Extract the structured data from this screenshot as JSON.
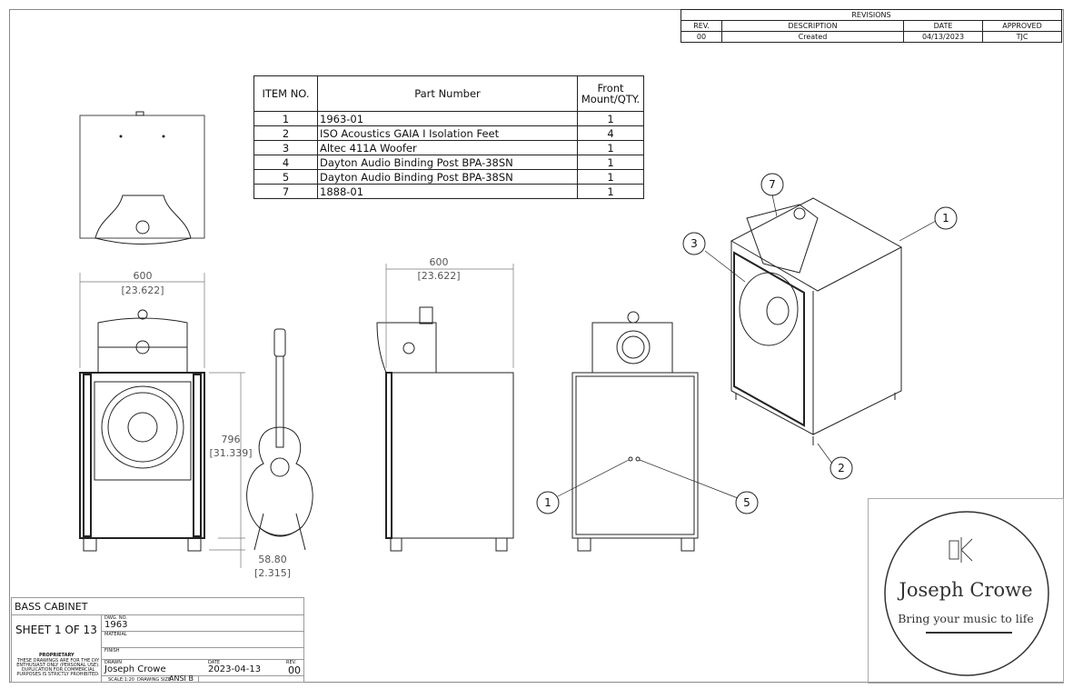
{
  "revisions": {
    "title": "REVISIONS",
    "headers": [
      "REV.",
      "DESCRIPTION",
      "DATE",
      "APPROVED"
    ],
    "rows": [
      {
        "rev": "00",
        "description": "Created",
        "date": "04/13/2023",
        "approved": "TJC"
      }
    ]
  },
  "bom": {
    "headers": [
      "ITEM NO.",
      "Part Number",
      "Front Mount/QTY."
    ],
    "rows": [
      {
        "item": "1",
        "part": "1963-01",
        "qty": "1"
      },
      {
        "item": "2",
        "part": "ISO Acoustics GAIA I Isolation Feet",
        "qty": "4"
      },
      {
        "item": "3",
        "part": "Altec 411A Woofer",
        "qty": "1"
      },
      {
        "item": "4",
        "part": "Dayton Audio Binding Post BPA-38SN",
        "qty": "1"
      },
      {
        "item": "5",
        "part": "Dayton Audio Binding Post BPA-38SN",
        "qty": "1"
      },
      {
        "item": "7",
        "part": "1888-01",
        "qty": "1"
      }
    ]
  },
  "dimensions": {
    "front_width": "600",
    "front_width_in": "[23.622]",
    "height": "796",
    "height_in": "[31.339]",
    "feet": "58.80",
    "feet_in": "[2.315]",
    "side_width": "600",
    "side_width_in": "[23.622]"
  },
  "balloons": {
    "back_left": "1",
    "back_right": "5",
    "iso_top": "7",
    "iso_body": "1",
    "iso_woofer": "3",
    "iso_foot": "2"
  },
  "title_block": {
    "title": "BASS CABINET",
    "sheet": "SHEET 1 OF 13",
    "proprietary_title": "PROPRIETARY",
    "proprietary_text": "THESE DRAWINGS ARE FOR THE DIY ENTHUSIAST ONLY (PERSONAL USE). DUPLICATION FOR COMMERCIAL PURPOSES IS STRICTLY PROHIBITED.",
    "dwg_no_label": "DWG. NO.",
    "dwg_no": "1963",
    "material_label": "MATERIAL",
    "finish_label": "FINISH",
    "drawn_label": "DRAWN",
    "drawn": "Joseph Crowe",
    "date_label": "DATE",
    "date": "2023-04-13",
    "rev_label": "REV.",
    "rev": "00",
    "scale": "SCALE:1:20",
    "drawing_size_label": "DRAWING SIZE",
    "drawing_size": "ANSI B"
  },
  "logo": {
    "name": "Joseph Crowe",
    "tagline": "Bring your music to life"
  }
}
